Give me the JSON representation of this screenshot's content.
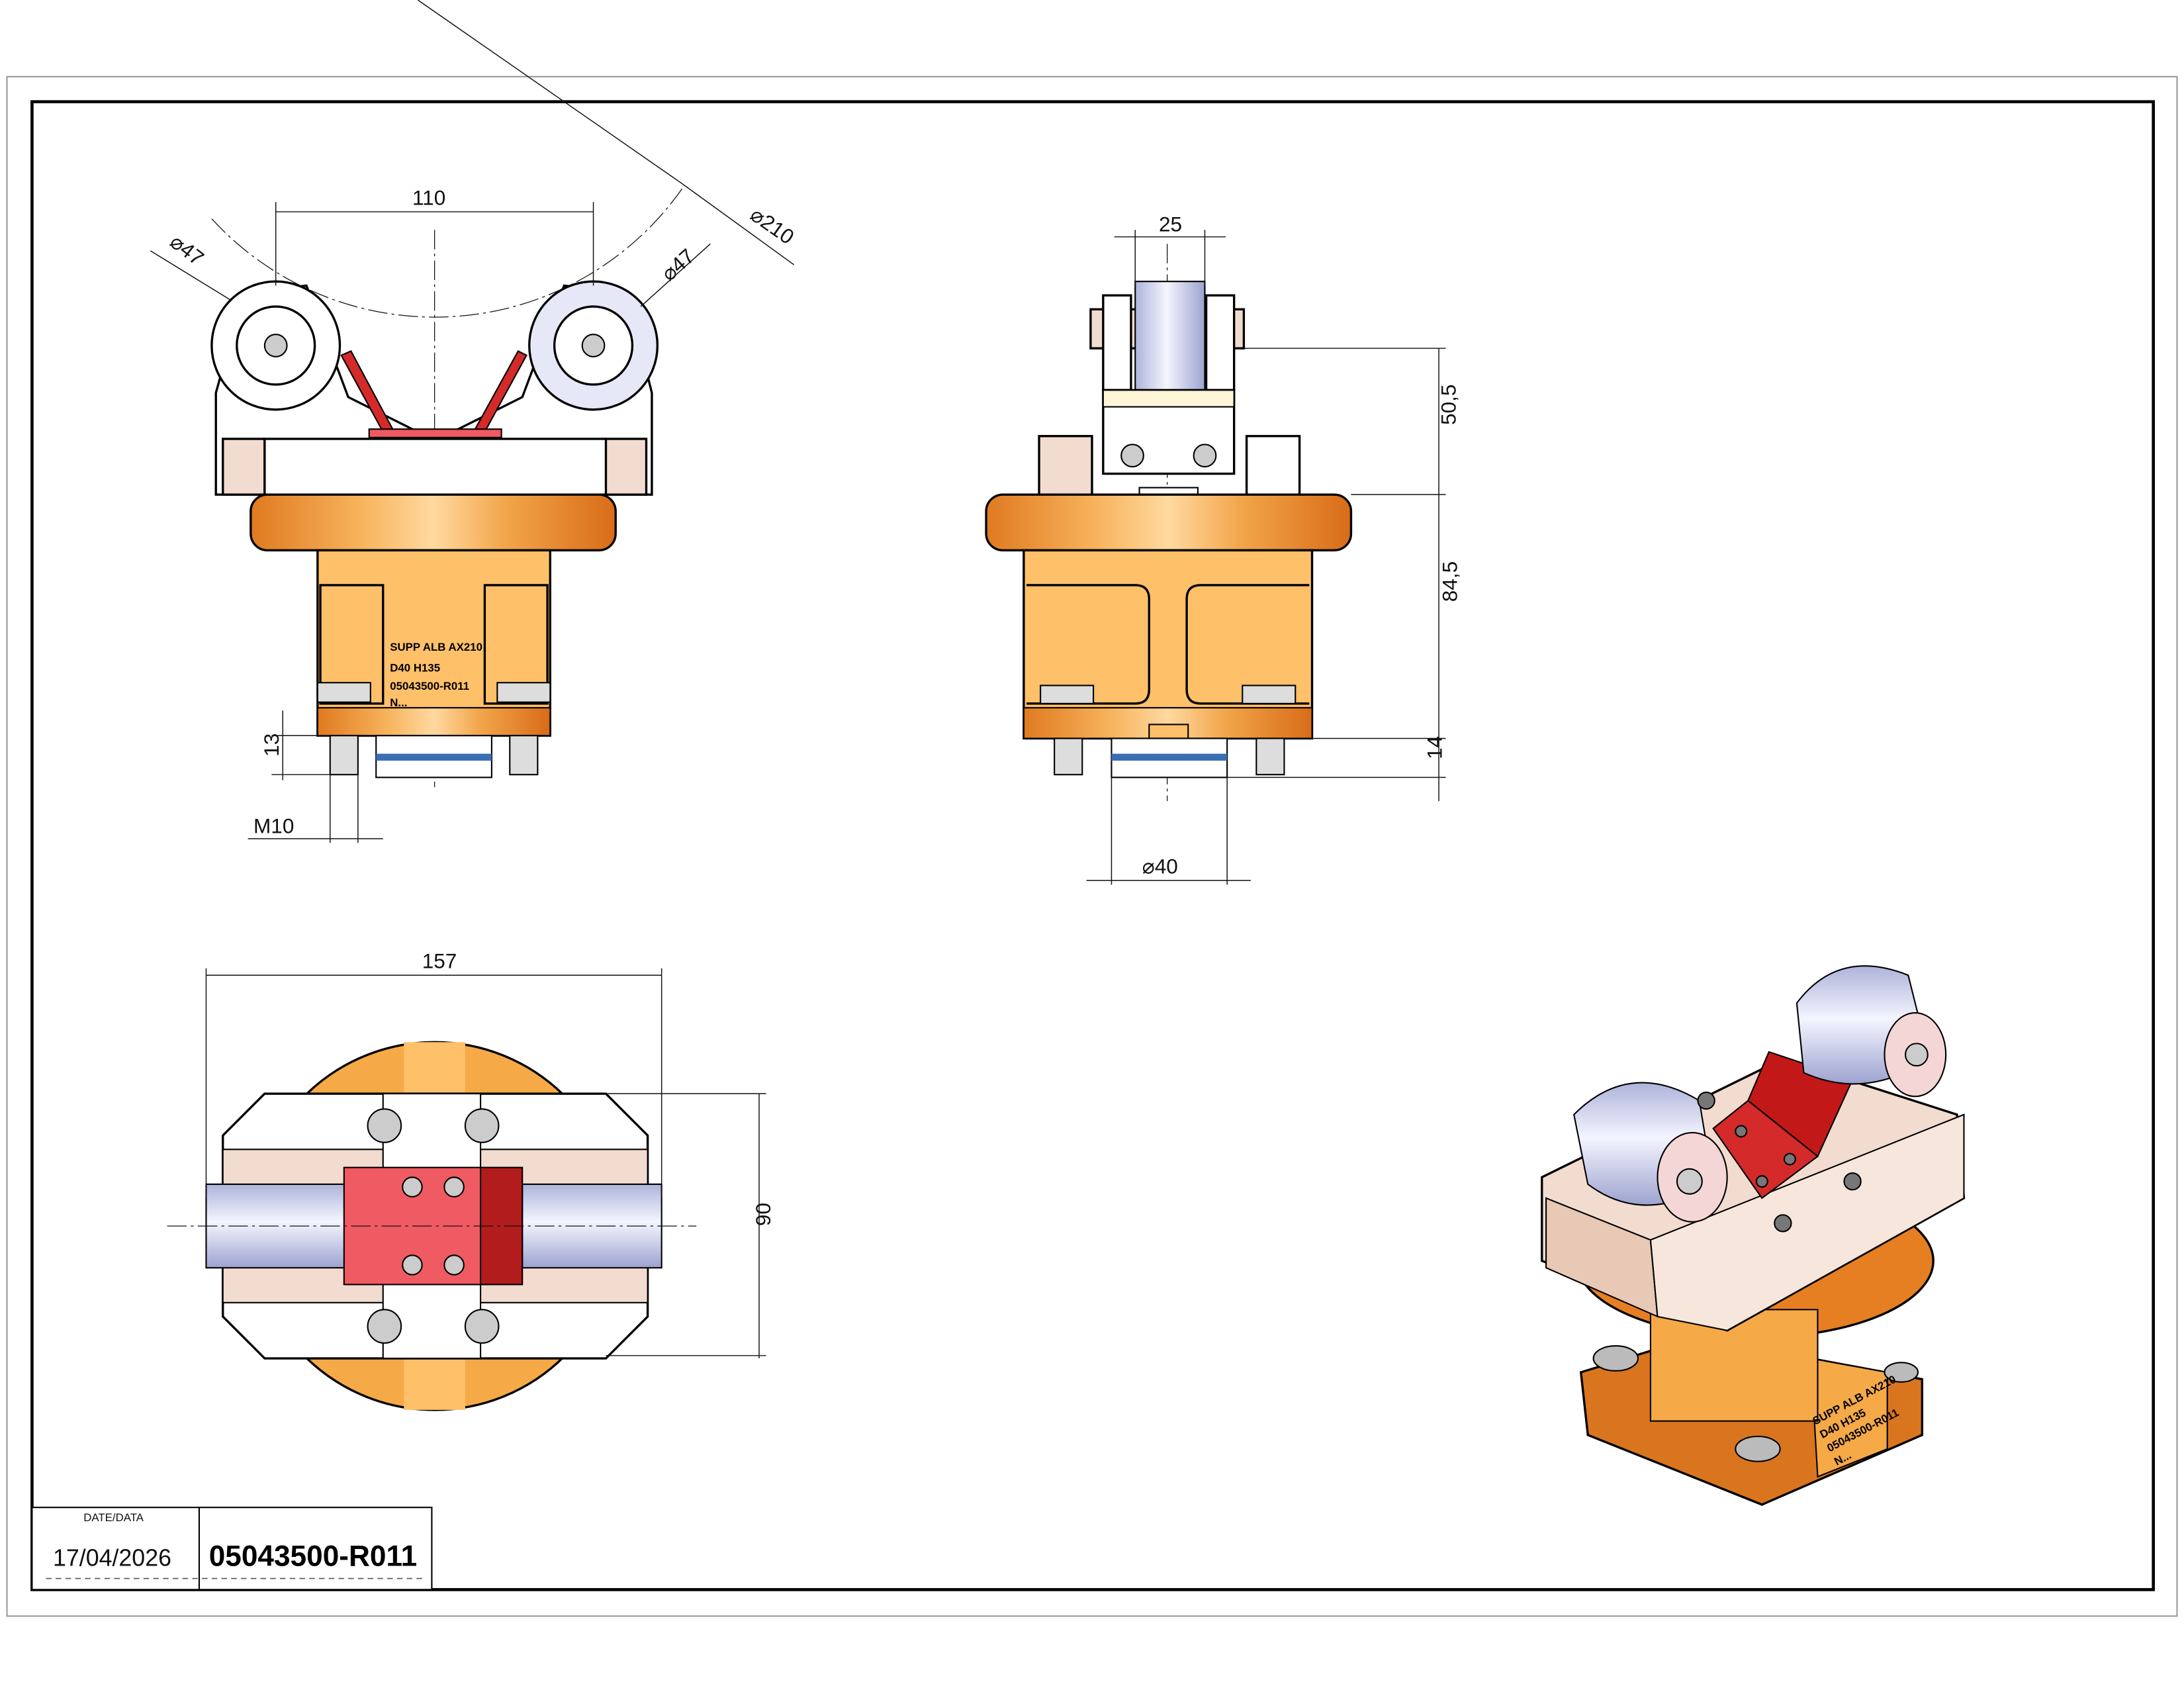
{
  "drawing": {
    "part_number": "05043500-R011",
    "title_block": {
      "date_label": "DATE/DATA",
      "date": "17/04/2026",
      "code": "05043500-R011"
    },
    "engraving": [
      "SUPP ALB AX210",
      "D40 H135",
      "05043500-R011",
      "N..."
    ],
    "front_view": {
      "dims": {
        "width_rollers": "110",
        "roller_left": "47",
        "roller_right": "47",
        "arc_dia": "210",
        "pin_len": "13",
        "thread": "M10"
      },
      "diameter_symbol": "⌀"
    },
    "side_view": {
      "dims": {
        "roller_width": "25",
        "top_height": "50,5",
        "body_height": "84,5",
        "spigot_height": "14",
        "spigot_dia": "40"
      }
    },
    "top_view": {
      "dims": {
        "length": "157",
        "width": "90"
      }
    },
    "colors": {
      "orange": "#F5A947",
      "orange_dark": "#D9751E",
      "beige": "#F2DCCF",
      "red": "#D42A2A",
      "red_light": "#F05A63",
      "roller": "#C9CDEB",
      "blue_ring": "#3A6FB5"
    }
  }
}
